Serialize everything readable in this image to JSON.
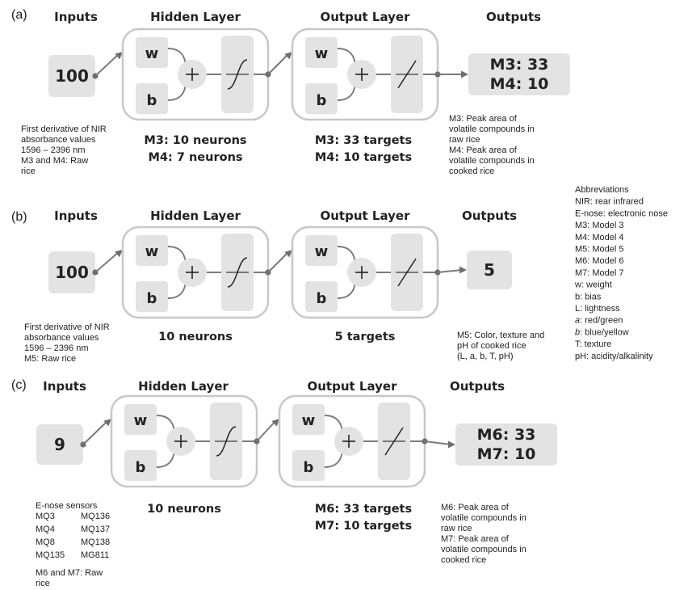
{
  "abbreviations": {
    "title": "Abbreviations",
    "items": [
      {
        "text": "NIR: rear infrared"
      },
      {
        "text": "E-nose: electronic nose"
      },
      {
        "text": "M3: Model 3"
      },
      {
        "text": "M4: Model 4"
      },
      {
        "text": "M5: Model 5"
      },
      {
        "text": "M6: Model 6"
      },
      {
        "text": "M7: Model 7"
      },
      {
        "text": "w: weight"
      },
      {
        "text": "b: bias"
      },
      {
        "text": "L: lightness"
      },
      {
        "key": "a",
        "text": ": red/green"
      },
      {
        "key": "b",
        "text": ": blue/yellow"
      },
      {
        "text": "T: texture"
      },
      {
        "text": "pH: acidity/alkalinity"
      }
    ]
  },
  "panels": [
    {
      "label": "(a)",
      "headers": {
        "inputs": "Inputs",
        "hidden": "Hidden Layer",
        "output": "Output Layer",
        "outputs": "Outputs"
      },
      "input_value": "100",
      "weight_label": "w",
      "bias_label": "b",
      "output_values": [
        "M3: 33",
        "M4: 10"
      ],
      "hidden_caption": [
        "M3: 10 neurons",
        "M4: 7 neurons"
      ],
      "output_caption": [
        "M3: 33 targets",
        "M4: 10 targets"
      ],
      "input_note": [
        "First derivative  of NIR",
        "absorbance values",
        "1596 – 2396 nm",
        "M3 and M4: Raw",
        "rice"
      ],
      "output_note": [
        "M3:  Peak area of",
        "volatile compounds in",
        "raw rice",
        "M4:  Peak area of",
        "volatile compounds in",
        "cooked rice"
      ]
    },
    {
      "label": "(b)",
      "headers": {
        "inputs": "Inputs",
        "hidden": "Hidden Layer",
        "output": "Output Layer",
        "outputs": "Outputs"
      },
      "input_value": "100",
      "weight_label": "w",
      "bias_label": "b",
      "output_values": [
        "5"
      ],
      "hidden_caption": [
        "10 neurons"
      ],
      "output_caption": [
        "5 targets"
      ],
      "input_note": [
        "First derivative  of NIR",
        "absorbance values",
        "1596 – 2396 nm",
        "M5:  Raw rice"
      ],
      "output_note": [
        "M5: Color, texture and",
        "pH of cooked rice",
        "(L, a, b, T, pH)"
      ]
    },
    {
      "label": "(c)",
      "headers": {
        "inputs": "Inputs",
        "hidden": "Hidden Layer",
        "output": "Output Layer",
        "outputs": "Outputs"
      },
      "input_value": "9",
      "weight_label": "w",
      "bias_label": "b",
      "output_values": [
        "M6: 33",
        "M7: 10"
      ],
      "hidden_caption": [
        "10 neurons"
      ],
      "output_caption": [
        "M6: 33 targets",
        "M7: 10 targets"
      ],
      "input_note": [
        "E-nose sensors"
      ],
      "sensors": [
        "MQ3",
        "MQ136",
        "MQ4",
        "MQ137",
        "MQ8",
        "MQ138",
        "MQ135",
        "MG811"
      ],
      "input_note_tail": [
        "M6 and M7:  Raw",
        "rice"
      ],
      "output_note": [
        "M6:  Peak area of",
        "volatile compounds in",
        "raw rice",
        "M7:  Peak area of",
        "volatile compounds in",
        "cooked rice"
      ]
    }
  ]
}
